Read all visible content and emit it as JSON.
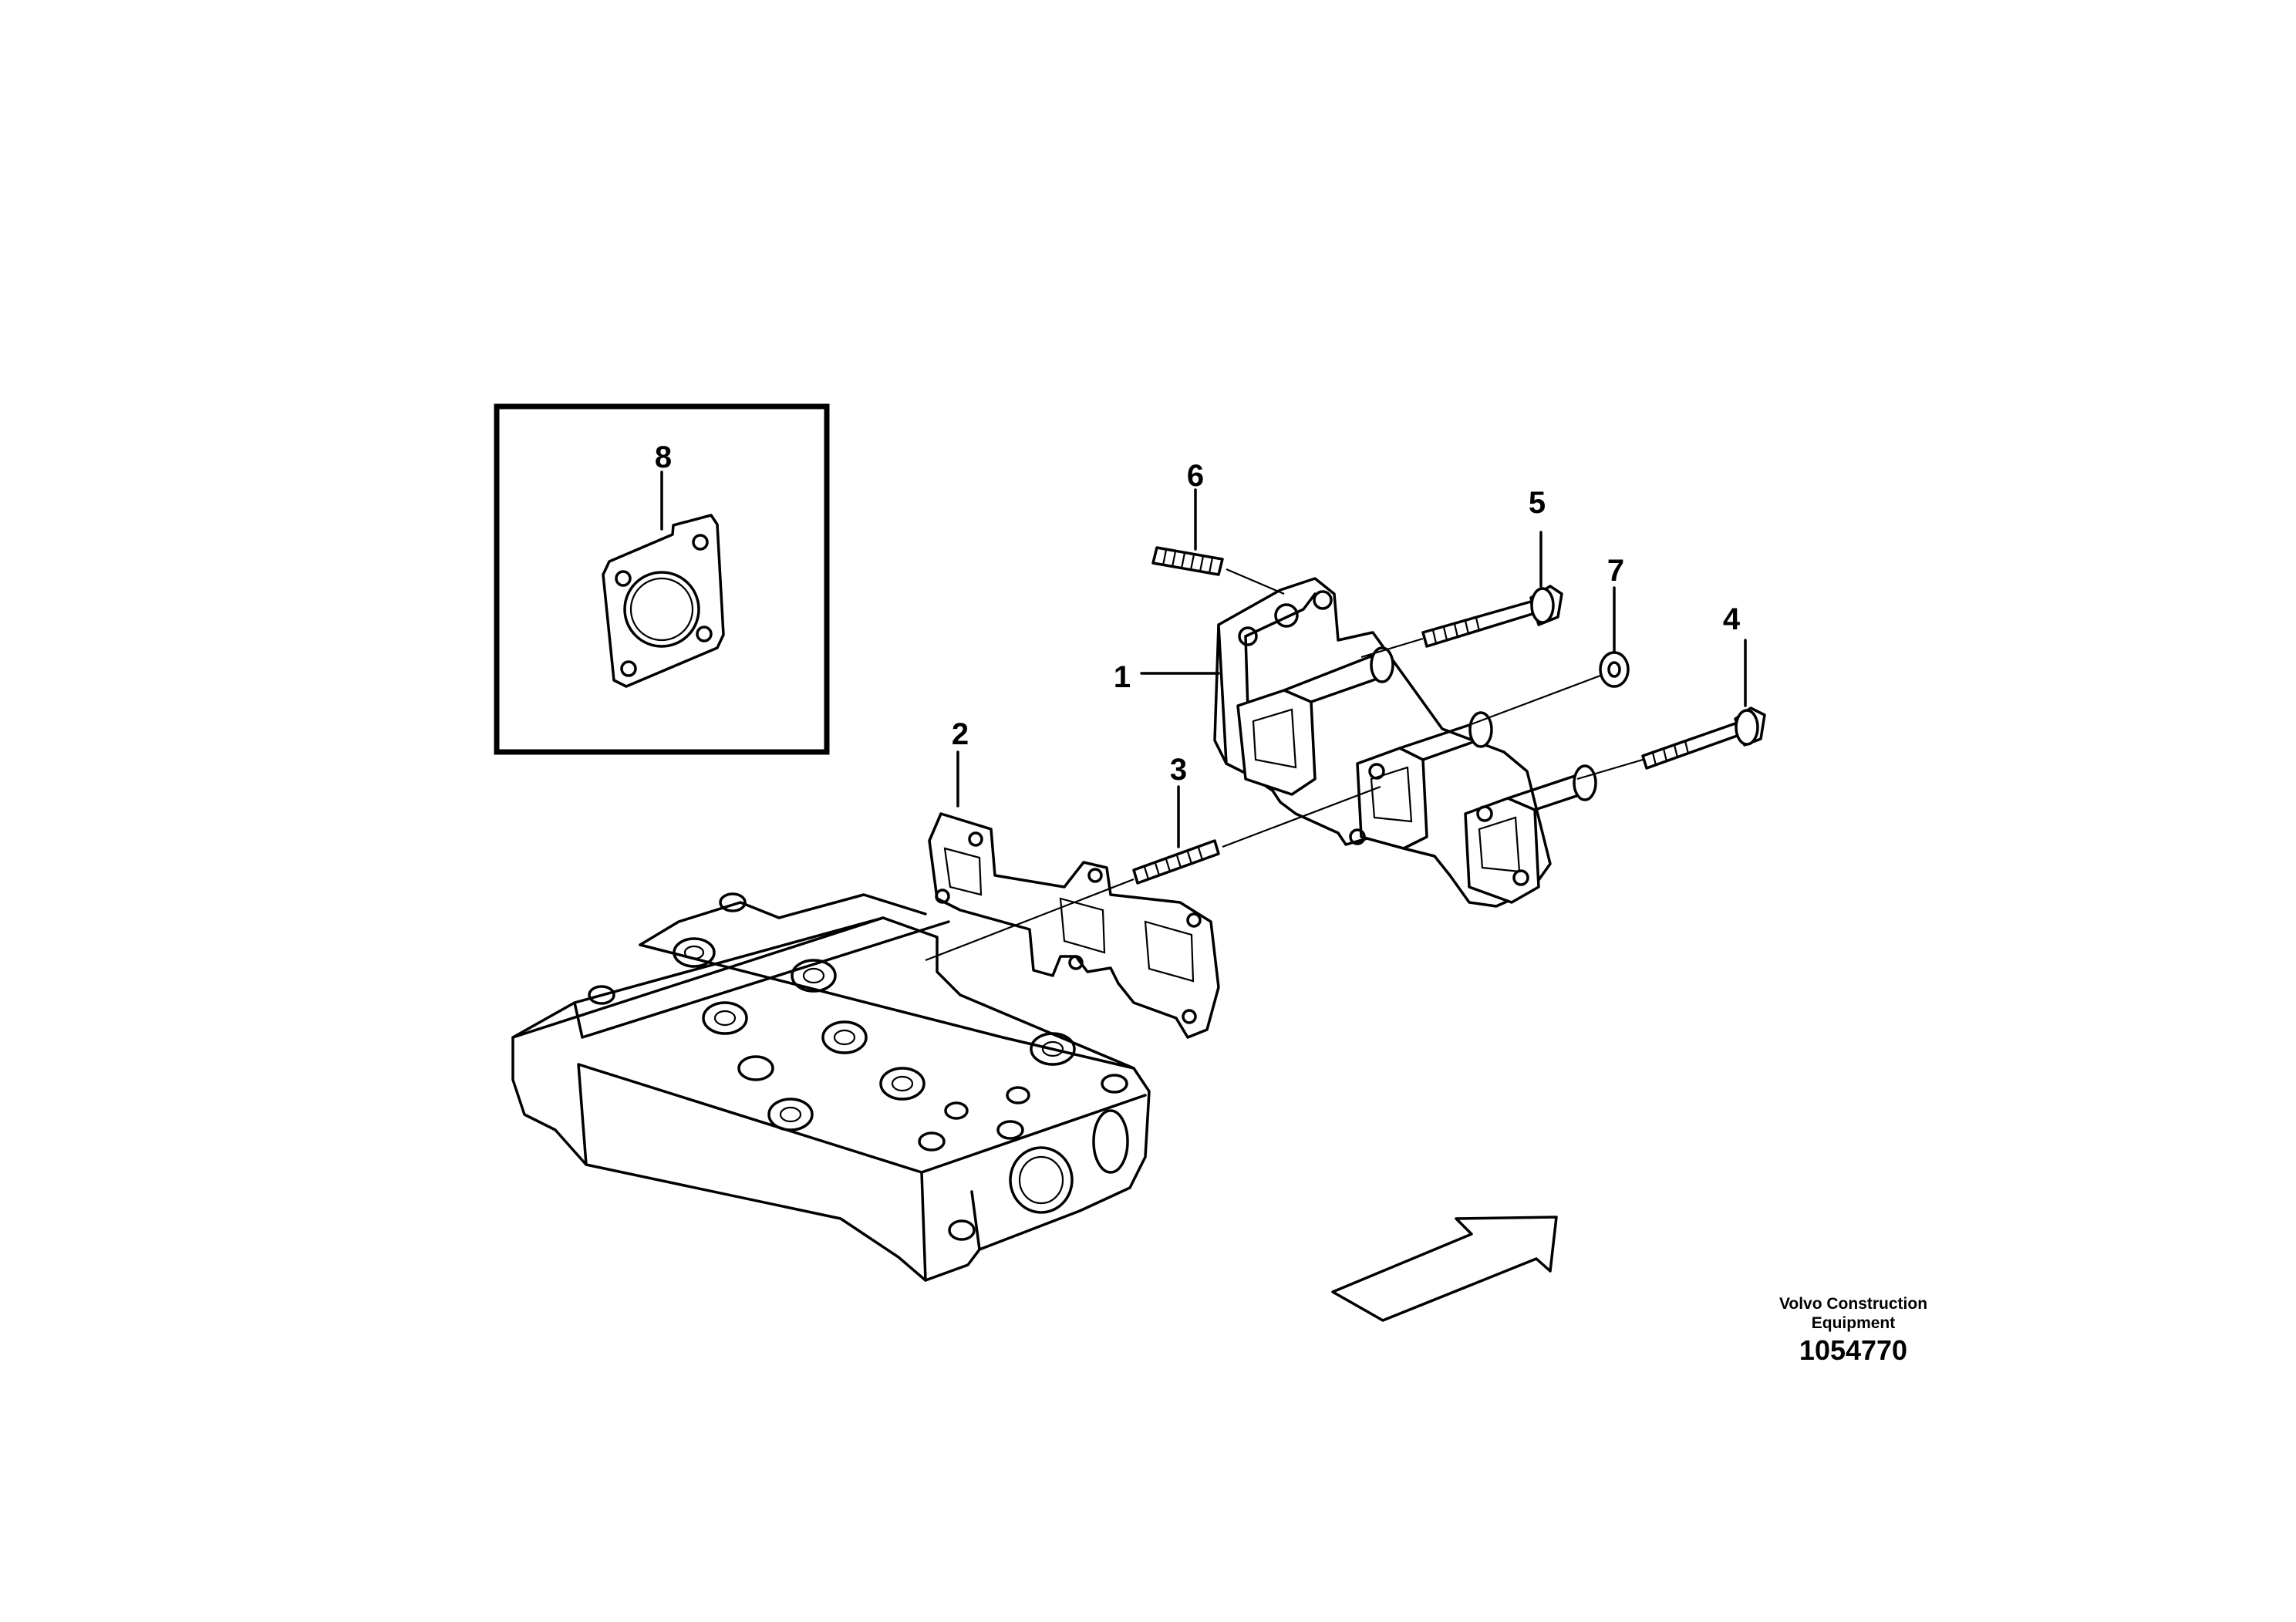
{
  "callouts": [
    {
      "id": "1",
      "label": "1"
    },
    {
      "id": "2",
      "label": "2"
    },
    {
      "id": "3",
      "label": "3"
    },
    {
      "id": "4",
      "label": "4"
    },
    {
      "id": "5",
      "label": "5"
    },
    {
      "id": "6",
      "label": "6"
    },
    {
      "id": "7",
      "label": "7"
    },
    {
      "id": "8",
      "label": "8"
    }
  ],
  "manufacturer": {
    "line1": "Volvo Construction",
    "line2": "Equipment"
  },
  "drawing_number": "1054770"
}
